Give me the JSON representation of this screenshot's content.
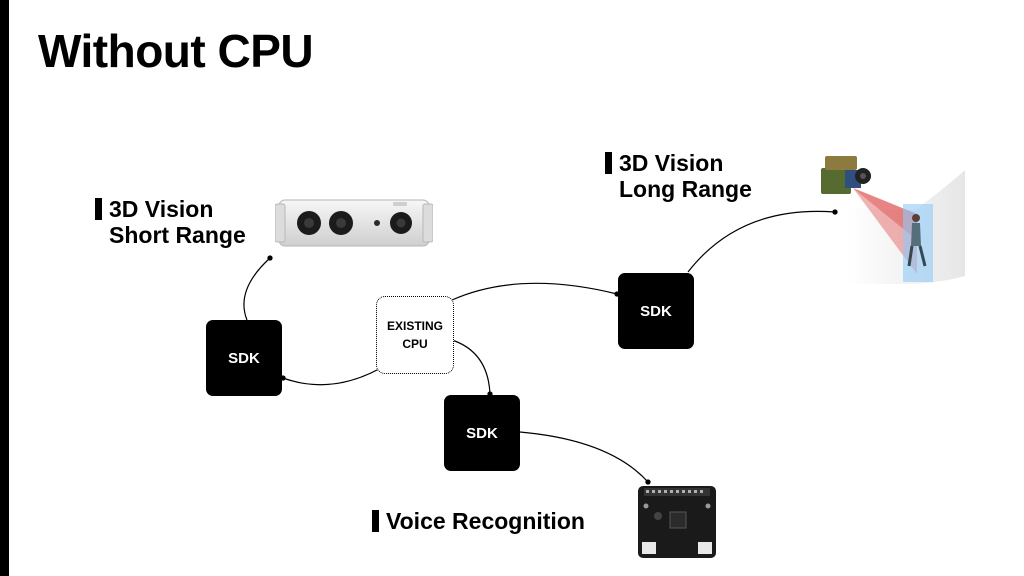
{
  "title": "Without CPU",
  "cpu": {
    "line1": "EXISTING",
    "line2": "CPU"
  },
  "sdk_boxes": [
    {
      "label": "SDK",
      "target": "3D Vision Short Range"
    },
    {
      "label": "SDK",
      "target": "3D Vision Long Range"
    },
    {
      "label": "SDK",
      "target": "Voice Recognition"
    }
  ],
  "devices": {
    "short_range": {
      "label": "3D Vision\nShort Range",
      "icon": "depth-camera-icon"
    },
    "long_range": {
      "label": "3D Vision\nLong Range",
      "icon": "lidar-sensor-icon"
    },
    "voice": {
      "label": "Voice Recognition",
      "icon": "mic-array-board-icon"
    }
  }
}
